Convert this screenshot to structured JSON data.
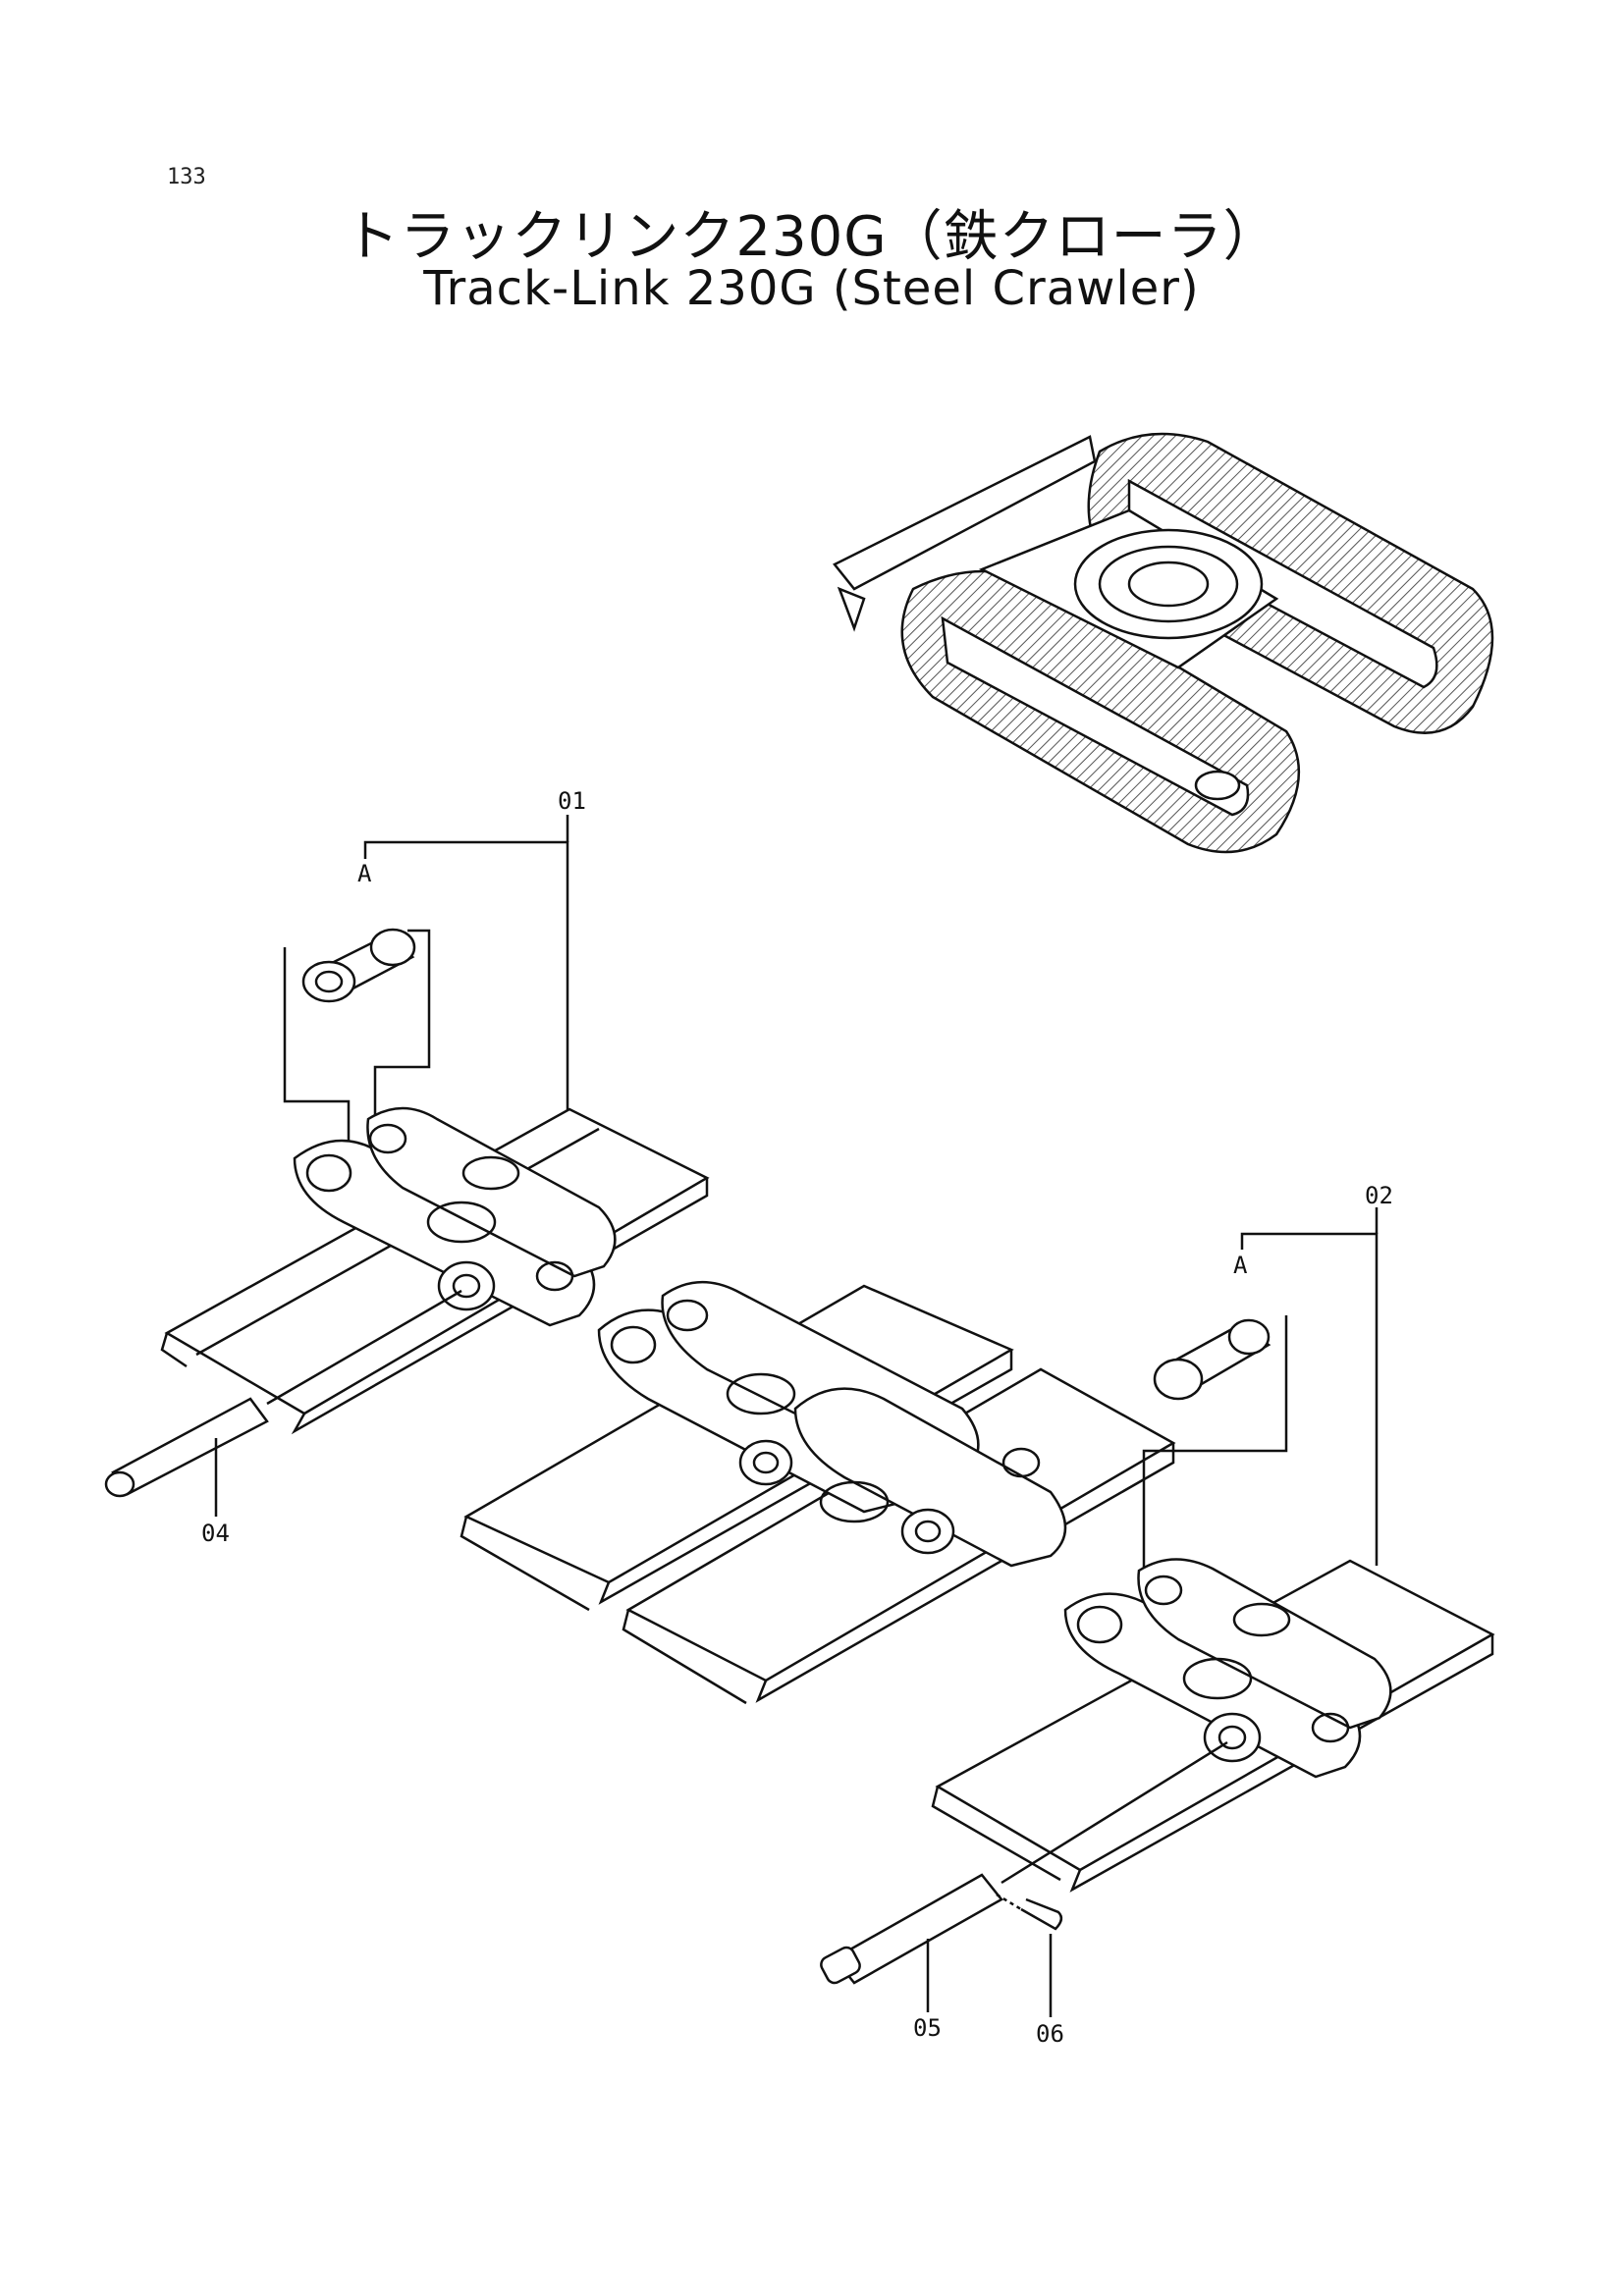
{
  "page_number": "133",
  "title": {
    "japanese": "トラックリンク230G（鉄クローラ）",
    "english": "Track-Link 230G (Steel Crawler)"
  },
  "callouts": {
    "part_01": "01",
    "part_02": "02",
    "part_04": "04",
    "part_05": "05",
    "part_06": "06",
    "ref_a_left": "A",
    "ref_a_right": "A"
  },
  "colors": {
    "ink": "#111111",
    "paper": "#ffffff",
    "hatch": "#555555"
  }
}
